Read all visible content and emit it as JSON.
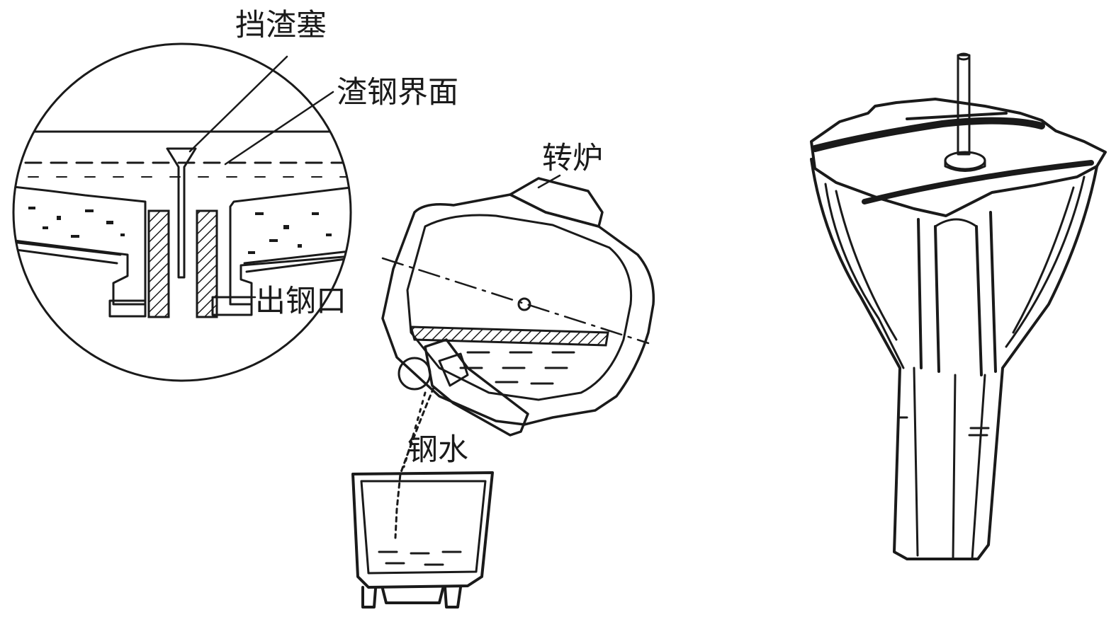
{
  "labels": {
    "stopper": "挡渣塞",
    "slag_steel_interface": "渣钢界面",
    "converter": "转炉",
    "tap_hole": "出钢口",
    "molten_steel": "钢水"
  }
}
